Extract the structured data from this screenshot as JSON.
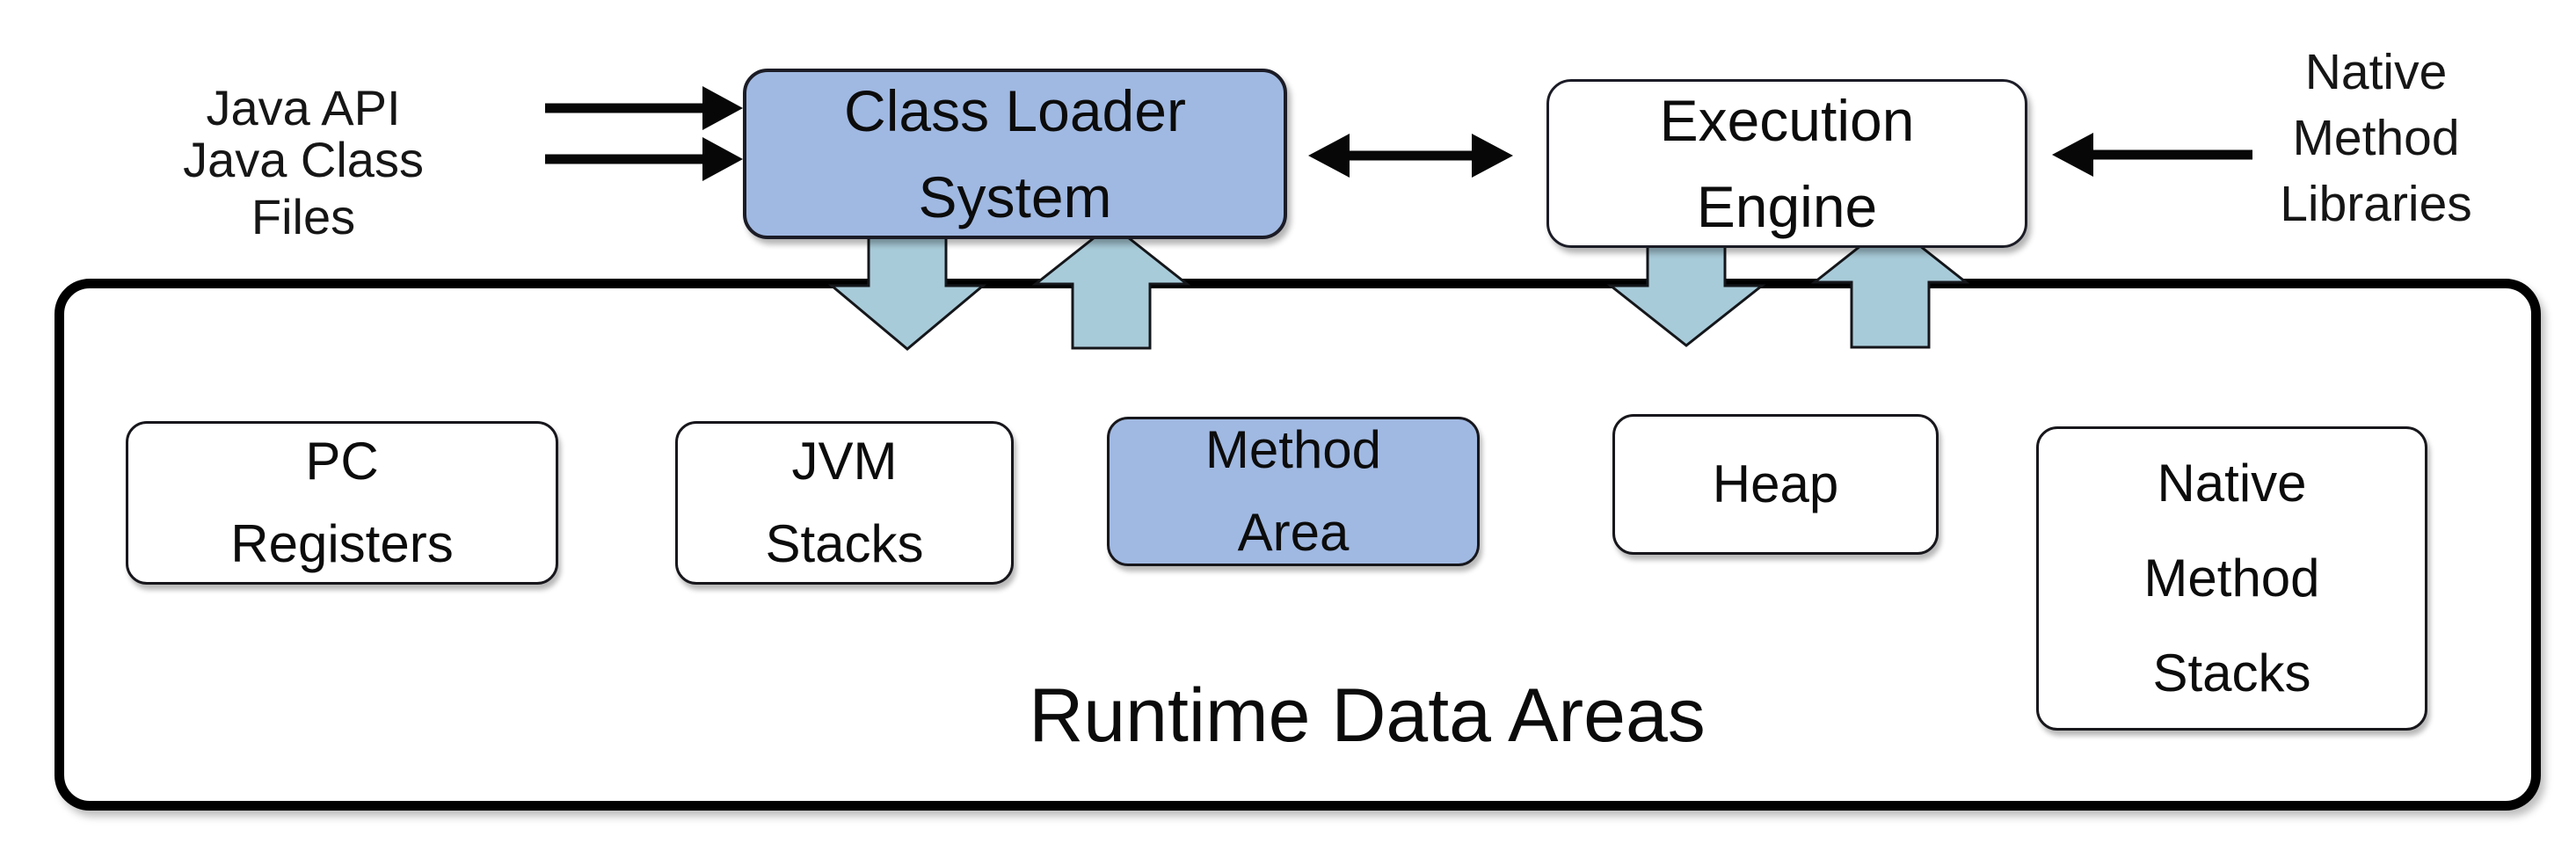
{
  "colors": {
    "box_blue": "#A0B9E2",
    "block_arrow_fill": "#A8CBD9",
    "outline_black": "#000000"
  },
  "inputs": {
    "java_api_label": "Java API",
    "java_class_files_line1": "Java Class",
    "java_class_files_line2": "Files"
  },
  "class_loader_box": {
    "line1": "Class Loader",
    "line2": "System"
  },
  "execution_engine_box": {
    "line1": "Execution",
    "line2": "Engine"
  },
  "native_libraries_label": {
    "line1": "Native",
    "line2": "Method",
    "line3": "Libraries"
  },
  "runtime_data_areas": {
    "title": "Runtime Data Areas",
    "boxes": [
      {
        "lines": [
          "PC",
          "Registers"
        ]
      },
      {
        "lines": [
          "JVM",
          "Stacks"
        ]
      },
      {
        "lines": [
          "Method",
          "Area"
        ]
      },
      {
        "lines": [
          "Heap"
        ]
      },
      {
        "lines": [
          "Native",
          "Method",
          "Stacks"
        ]
      }
    ]
  }
}
